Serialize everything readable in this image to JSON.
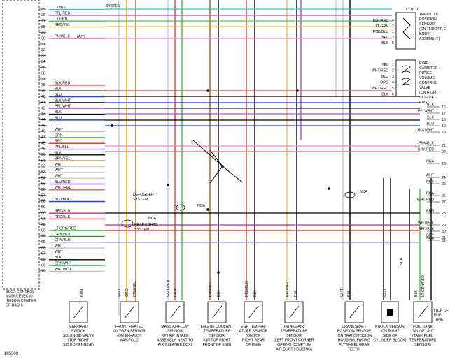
{
  "figure_id": "105309",
  "ecm": {
    "lines": [
      "ECCS CONTROL",
      "MODULE (ECM)",
      "(BELOW CENTER",
      "OF DASH)"
    ]
  },
  "pins": [
    {
      "num": "25",
      "label": "LT BLU",
      "color": "#2ec4e8"
    },
    {
      "num": "26",
      "label": "PPL/RED",
      "color": "#b050d0"
    },
    {
      "num": "27",
      "label": "LT GRN",
      "color": "#40d040"
    },
    {
      "num": "28",
      "label": "RED/YEL",
      "color": "#e8c040"
    },
    {
      "num": "29",
      "label": "",
      "color": ""
    },
    {
      "num": "30",
      "label": "PNK/BLK",
      "color": "#ff80c0"
    },
    {
      "num": "31",
      "label": "",
      "color": ""
    },
    {
      "num": "32",
      "label": "",
      "color": ""
    },
    {
      "num": "33",
      "label": "",
      "color": ""
    },
    {
      "num": "34",
      "label": "",
      "color": ""
    },
    {
      "num": "35",
      "label": "",
      "color": ""
    },
    {
      "num": "36",
      "label": "",
      "color": ""
    },
    {
      "num": "37",
      "label": "",
      "color": ""
    },
    {
      "num": "38",
      "label": "BLK/RED",
      "color": "#e04040"
    },
    {
      "num": "39",
      "label": "BLK",
      "color": "#000000"
    },
    {
      "num": "40",
      "label": "BLU",
      "color": "#2040e0"
    },
    {
      "num": "41",
      "label": "BLK/WHT",
      "color": "#202020"
    },
    {
      "num": "42",
      "label": "PPL/WHT",
      "color": "#b050d0"
    },
    {
      "num": "43",
      "label": "BLK",
      "color": "#000000"
    },
    {
      "num": "44",
      "label": "BLU",
      "color": "#2040e0"
    },
    {
      "num": "45",
      "label": "",
      "color": ""
    },
    {
      "num": "46",
      "label": "WHT",
      "color": "#c8c8c8"
    },
    {
      "num": "47",
      "label": "GRN",
      "color": "#40c040"
    },
    {
      "num": "48",
      "label": "RED",
      "color": "#e02020"
    },
    {
      "num": "49",
      "label": "PPL/BLU",
      "color": "#9040e0"
    },
    {
      "num": "50",
      "label": "BLK",
      "color": "#000000"
    },
    {
      "num": "51",
      "label": "BRN/YEL",
      "color": "#a06020"
    },
    {
      "num": "52",
      "label": "WHT",
      "color": "#c8c8c8"
    },
    {
      "num": "53",
      "label": "WHT",
      "color": "#c8c8c8"
    },
    {
      "num": "54",
      "label": "WHT",
      "color": "#c8c8c8"
    },
    {
      "num": "55",
      "label": "BLU/RED",
      "color": "#8040ff"
    },
    {
      "num": "56",
      "label": "WHT/RED",
      "color": "#e06060"
    },
    {
      "num": "57",
      "label": "",
      "color": ""
    },
    {
      "num": "58",
      "label": "BLU/BLK",
      "color": "#2040e0"
    },
    {
      "num": "59",
      "label": "",
      "color": ""
    },
    {
      "num": "60",
      "label": "RED/BLU",
      "color": "#d02080"
    },
    {
      "num": "61",
      "label": "RED/BLK",
      "color": "#e02020"
    },
    {
      "num": "62",
      "label": "",
      "color": ""
    },
    {
      "num": "63",
      "label": "LT GRN/RED",
      "color": "#40d040"
    },
    {
      "num": "64",
      "label": "GRN/BLK",
      "color": "#30a030"
    },
    {
      "num": "65",
      "label": "GRY/BLU",
      "color": "#9090c0"
    },
    {
      "num": "66",
      "label": "WHT",
      "color": "#c8c8c8"
    },
    {
      "num": "67",
      "label": "WHT",
      "color": "#c8c8c8"
    },
    {
      "num": "68",
      "label": "BLK",
      "color": "#000000"
    },
    {
      "num": "69",
      "label": "GRN/WHT",
      "color": "#40c060"
    },
    {
      "num": "70",
      "label": "WHT/BLU",
      "color": "#c8c8c8"
    }
  ],
  "notes": {
    "system": "SYSTEM",
    "at": "(A/T)",
    "defogger": [
      "DEFOGGER",
      "SYSTEM"
    ],
    "headlights": [
      "HEADLIGHTS",
      "SYSTEM"
    ],
    "nca": "NCA",
    "to_fuel_tank": [
      "(TOP OF",
      "FUEL",
      "TANK)"
    ]
  },
  "throttle_sensor": {
    "title": [
      "THROTTLE",
      "POSITION",
      "SENSOR",
      "(ON THROTTLE",
      "BODY",
      "ASSEMBLY)"
    ],
    "wires": [
      "LT BLU",
      "BLK/RED",
      "LT GRN",
      "PNK/BLU",
      "YEL",
      "BLK"
    ],
    "pins": [
      "4",
      "2",
      "1",
      "3",
      "5"
    ]
  },
  "evap_valve": {
    "title": [
      "EVAP",
      "CANISTER",
      "PURGE",
      "VOLUME",
      "CONTROL",
      "VALVE",
      "(ON RIGHT",
      "SIDE OF",
      "ENG)"
    ],
    "wires": [
      "YEL",
      "WHT/RED",
      "BLU",
      "ORG",
      "WHT/RED",
      "BLK"
    ],
    "pins": [
      "1",
      "2",
      "3",
      "4",
      "5",
      "6"
    ]
  },
  "right_terminals": [
    {
      "num": "16",
      "label": "BLK"
    },
    {
      "num": "17",
      "label": "PPL/WHT"
    },
    {
      "num": "18",
      "label": "BLK"
    },
    {
      "num": "19",
      "label": "BLU"
    },
    {
      "num": "20",
      "label": "BLK/WHT"
    },
    {
      "num": "21",
      "label": "PNK/BLK"
    },
    {
      "num": "22",
      "label": "GRY/RED"
    },
    {
      "num": "23",
      "label": "NCA"
    },
    {
      "num": "24",
      "label": "WHT"
    },
    {
      "num": "25",
      "label": "NCA"
    },
    {
      "num": "26",
      "label": "NCA"
    },
    {
      "num": "27",
      "label": "WHT/RED"
    },
    {
      "num": "28",
      "label": "BRN"
    },
    {
      "num": "29",
      "label": "WHT/BLK"
    },
    {
      "num": "30",
      "label": "RED/BLK"
    },
    {
      "num": "31",
      "label": "GRY"
    },
    {
      "num": "32",
      "label": "NCA"
    }
  ],
  "bottom_wire_labels": {
    "brn": "BRN",
    "whtorg": [
      "WHT",
      "ORG",
      "BRN/YEL"
    ],
    "maf": [
      "WHT/RED",
      "GRN"
    ],
    "ect": [
      "BRN/YEL",
      "BLK"
    ],
    "egr": [
      "RED/BLK",
      "BLK"
    ],
    "iat": [
      "RED/YEL",
      "BLK"
    ],
    "ckp": [
      "WHT",
      "BLK"
    ],
    "knock": "WHT",
    "fuel": [
      "BLK",
      "LT GRN/RED"
    ],
    "nca_vert": "NCA"
  },
  "components": [
    {
      "id": "map",
      "lines": [
        "MAP/BARO",
        "SWITCH",
        "SOLENOID VALVE",
        "(TOP RIGHT",
        "SID EOF ENGINE)"
      ]
    },
    {
      "id": "o2",
      "lines": [
        "FRONT HEATED",
        "OXYGEN SENSOR",
        "(ON EXHAUST",
        "MANIFOLD)"
      ]
    },
    {
      "id": "maf",
      "lines": [
        "MASS AIRFLOW",
        "SENSOR",
        "(ON AIR INTAKE",
        "ASSEMBLY, NEXT TO",
        "AIR CLEANER BOX)"
      ]
    },
    {
      "id": "ect",
      "lines": [
        "ENGINE COOLANT",
        "TEMPERATURE",
        "SENSOR",
        "(ON TOP RIGHT",
        "FRONT OF ENG)"
      ]
    },
    {
      "id": "egr",
      "lines": [
        "EGR TEMPER-",
        "ATURE SENSOR",
        "(ON TOP",
        "RIGHT REAR",
        "OF ENG)"
      ]
    },
    {
      "id": "iat",
      "lines": [
        "INTAKE AIR",
        "TEMPERATURE",
        "SENSOR",
        "(LEFT FRONT CORNER",
        "OF ENG COMPT, IN",
        "AIR DUCT HOUSING)"
      ]
    },
    {
      "id": "ckp",
      "lines": [
        "CRANKSHAFT",
        "POSITION SENSOR",
        "(ON TRANSMISSION",
        "HOUSING, FACING",
        "FLYWHEEL GEAR",
        "TEETH)"
      ]
    },
    {
      "id": "knock",
      "lines": [
        "KNOCK SENSOR",
        "(ON RIGHT",
        "SIDE OF",
        "CYLINDER BLOCK)"
      ]
    },
    {
      "id": "fuel",
      "lines": [
        "FUEL TANK",
        "GAUGE UNIT",
        "(TANK FUEL",
        "TEMPERATURE",
        "SENSOR)"
      ]
    }
  ]
}
